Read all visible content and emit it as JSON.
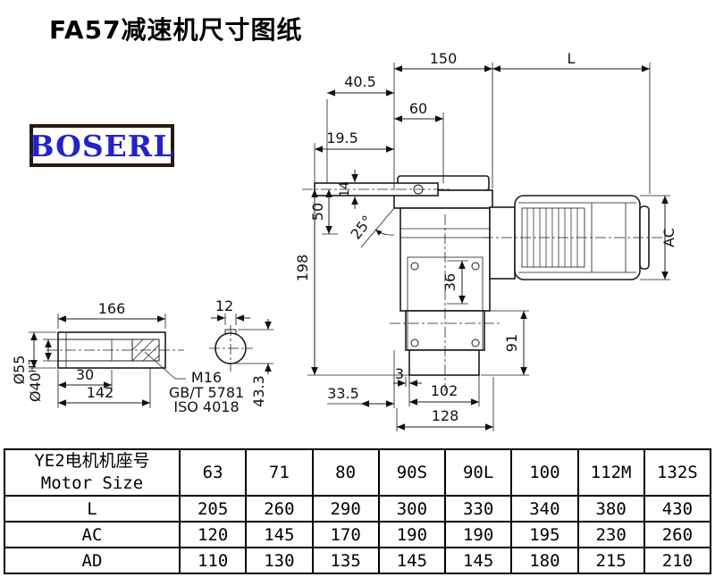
{
  "header": {
    "title": "FA57减速机尺寸图纸",
    "logo_text": "BOSERL"
  },
  "drawing": {
    "dims": {
      "top_150": "150",
      "top_L": "L",
      "d40_5": "40.5",
      "d60": "60",
      "d19_5": "19.5",
      "d14": "14",
      "d50": "50",
      "angle_25": "25°",
      "d198": "198",
      "ac_label": "AC",
      "d36": "36",
      "d91": "91",
      "d3": "3",
      "d33_5": "33.5",
      "d102": "102",
      "d128": "128",
      "d166": "166",
      "d30": "30",
      "d142": "142",
      "dia55": "Ø55",
      "dia40": "Ø40",
      "dia40_tol": "H7",
      "d12": "12",
      "d43_3": "43.3"
    },
    "notes": {
      "m16": "M16",
      "gbt": "GB/T 5781",
      "iso": "ISO 4018"
    }
  },
  "table": {
    "motor_size_label_cn": "YE2电机机座号",
    "motor_size_label_en": "Motor Size",
    "sizes": [
      "63",
      "71",
      "80",
      "90S",
      "90L",
      "100",
      "112M",
      "132S"
    ],
    "rows": [
      {
        "label": "L",
        "values": [
          "205",
          "260",
          "290",
          "300",
          "330",
          "340",
          "380",
          "430"
        ]
      },
      {
        "label": "AC",
        "values": [
          "120",
          "145",
          "170",
          "190",
          "190",
          "195",
          "230",
          "260"
        ]
      },
      {
        "label": "AD",
        "values": [
          "110",
          "130",
          "135",
          "145",
          "145",
          "180",
          "215",
          "210"
        ]
      }
    ]
  }
}
